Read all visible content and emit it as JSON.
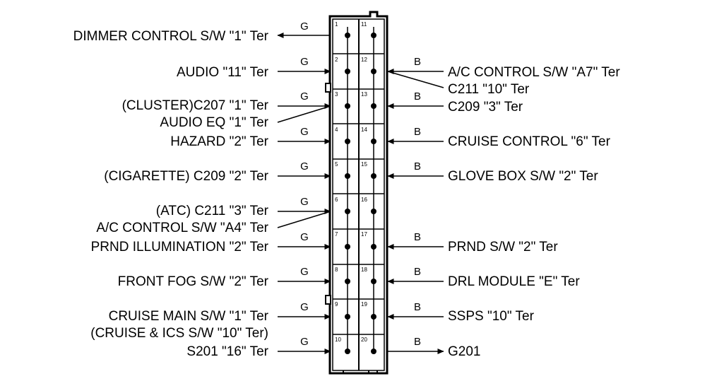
{
  "connector": {
    "pin_numbers": [
      "1",
      "2",
      "3",
      "4",
      "5",
      "6",
      "7",
      "8",
      "9",
      "10",
      "11",
      "12",
      "13",
      "14",
      "15",
      "16",
      "17",
      "18",
      "19",
      "20"
    ]
  },
  "left_labels": [
    "DIMMER CONTROL S/W \"1\" Ter",
    "AUDIO \"11\" Ter",
    "(CLUSTER)C207 \"1\" Ter",
    "AUDIO EQ \"1\" Ter",
    "HAZARD \"2\" Ter",
    "(CIGARETTE) C209 \"2\" Ter",
    "(ATC) C211 \"3\" Ter",
    "A/C CONTROL S/W \"A4\" Ter",
    "PRND ILLUMINATION \"2\" Ter",
    "FRONT FOG S/W \"2\" Ter",
    "CRUISE MAIN S/W \"1\" Ter",
    "(CRUISE & ICS S/W \"10\" Ter)",
    "S201 \"16\" Ter"
  ],
  "right_labels": [
    "A/C CONTROL S/W \"A7\" Ter",
    "C211 \"10\" Ter",
    "C209 \"3\" Ter",
    "CRUISE CONTROL \"6\" Ter",
    "GLOVE BOX S/W \"2\" Ter",
    "PRND S/W \"2\" Ter",
    "DRL MODULE \"E\" Ter",
    "SSPS \"10\" Ter",
    "G201"
  ],
  "wire_colors": {
    "left": [
      "G",
      "G",
      "G",
      "G",
      "G",
      "G",
      "G",
      "G",
      "G",
      "G"
    ],
    "right": [
      "B",
      "B",
      "B",
      "B",
      "B",
      "B",
      "B",
      "B"
    ]
  }
}
